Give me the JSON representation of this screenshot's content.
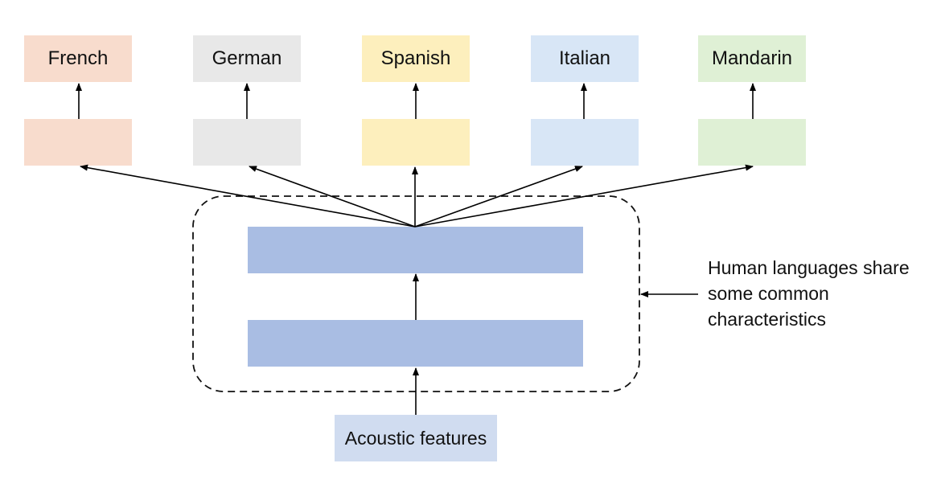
{
  "languages": [
    {
      "label": "French",
      "color": "#f8dccd"
    },
    {
      "label": "German",
      "color": "#e8e8e8"
    },
    {
      "label": "Spanish",
      "color": "#fdefbd"
    },
    {
      "label": "Italian",
      "color": "#d8e6f6"
    },
    {
      "label": "Mandarin",
      "color": "#dff0d5"
    }
  ],
  "shared_layer_color": "#a9bde3",
  "input": {
    "label": "Acoustic features",
    "color": "#d0dcf0"
  },
  "annotation": {
    "line1": "Human languages share",
    "line2": "some common",
    "line3": "characteristics"
  }
}
